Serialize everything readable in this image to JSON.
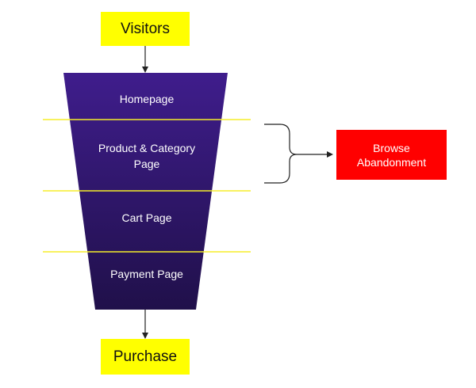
{
  "colors": {
    "funnel_top": "#3f1d8c",
    "funnel_bottom": "#20104a",
    "divider": "#f5ee2a",
    "highlight_box": "#ffff00",
    "alert_box": "#ff0000",
    "connector": "#222222"
  },
  "entry": {
    "label": "Visitors"
  },
  "exit": {
    "label": "Purchase"
  },
  "stages": [
    {
      "line1": "Homepage",
      "line2": ""
    },
    {
      "line1": "Product & Category",
      "line2": "Page"
    },
    {
      "line1": "Cart Page",
      "line2": ""
    },
    {
      "line1": "Payment Page",
      "line2": ""
    }
  ],
  "callout": {
    "line1": "Browse",
    "line2": "Abandonment"
  }
}
